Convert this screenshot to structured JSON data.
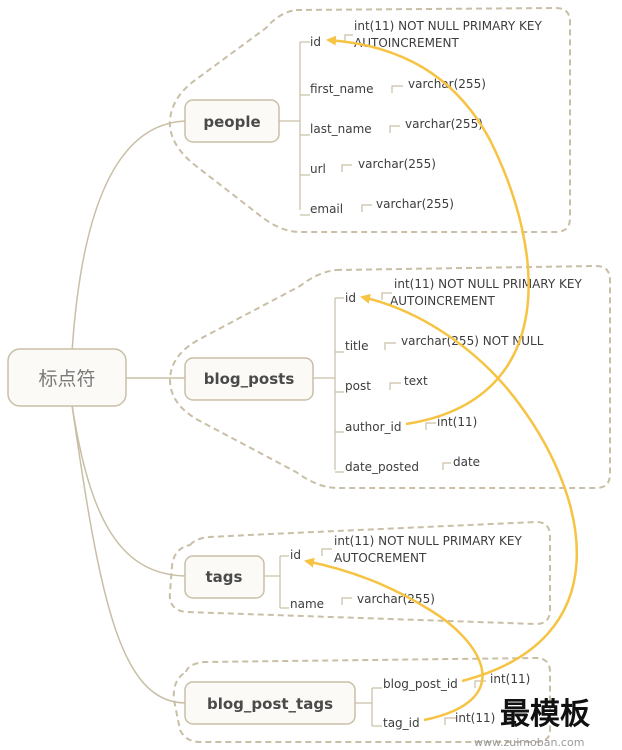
{
  "root": {
    "label": "标点符"
  },
  "colors": {
    "branch": "#c9bfa6",
    "boundary": "#c9bfa6",
    "relation": "#f6c343",
    "nodeFill": "#fbfaf6"
  },
  "tables": [
    {
      "name": "people",
      "fields": [
        {
          "name": "id",
          "type_lines": [
            "int(11) NOT NULL PRIMARY KEY",
            "AUTOINCREMENT"
          ]
        },
        {
          "name": "first_name",
          "type_lines": [
            "varchar(255)"
          ]
        },
        {
          "name": "last_name",
          "type_lines": [
            "varchar(255)"
          ]
        },
        {
          "name": "url",
          "type_lines": [
            "varchar(255)"
          ]
        },
        {
          "name": "email",
          "type_lines": [
            "varchar(255)"
          ]
        }
      ]
    },
    {
      "name": "blog_posts",
      "fields": [
        {
          "name": "id",
          "type_lines": [
            "int(11) NOT NULL PRIMARY KEY",
            "AUTOINCREMENT"
          ]
        },
        {
          "name": "title",
          "type_lines": [
            "varchar(255) NOT NULL"
          ]
        },
        {
          "name": "post",
          "type_lines": [
            "text"
          ]
        },
        {
          "name": "author_id",
          "type_lines": [
            "int(11)"
          ]
        },
        {
          "name": "date_posted",
          "type_lines": [
            "date"
          ]
        }
      ]
    },
    {
      "name": "tags",
      "fields": [
        {
          "name": "id",
          "type_lines": [
            "int(11) NOT NULL PRIMARY KEY",
            "AUTOCREMENT"
          ]
        },
        {
          "name": "name",
          "type_lines": [
            "varchar(255)"
          ]
        }
      ]
    },
    {
      "name": "blog_post_tags",
      "fields": [
        {
          "name": "blog_post_id",
          "type_lines": [
            "int(11)"
          ]
        },
        {
          "name": "tag_id",
          "type_lines": [
            "int(11)"
          ]
        }
      ]
    }
  ],
  "relations": [
    {
      "from": "blog_posts.author_id",
      "to": "people.id"
    },
    {
      "from": "blog_post_tags.blog_post_id",
      "to": "blog_posts.id"
    },
    {
      "from": "blog_post_tags.tag_id",
      "to": "tags.id"
    }
  ],
  "watermark": {
    "text": "最模板",
    "subtext": "www.zuimoban.com"
  }
}
